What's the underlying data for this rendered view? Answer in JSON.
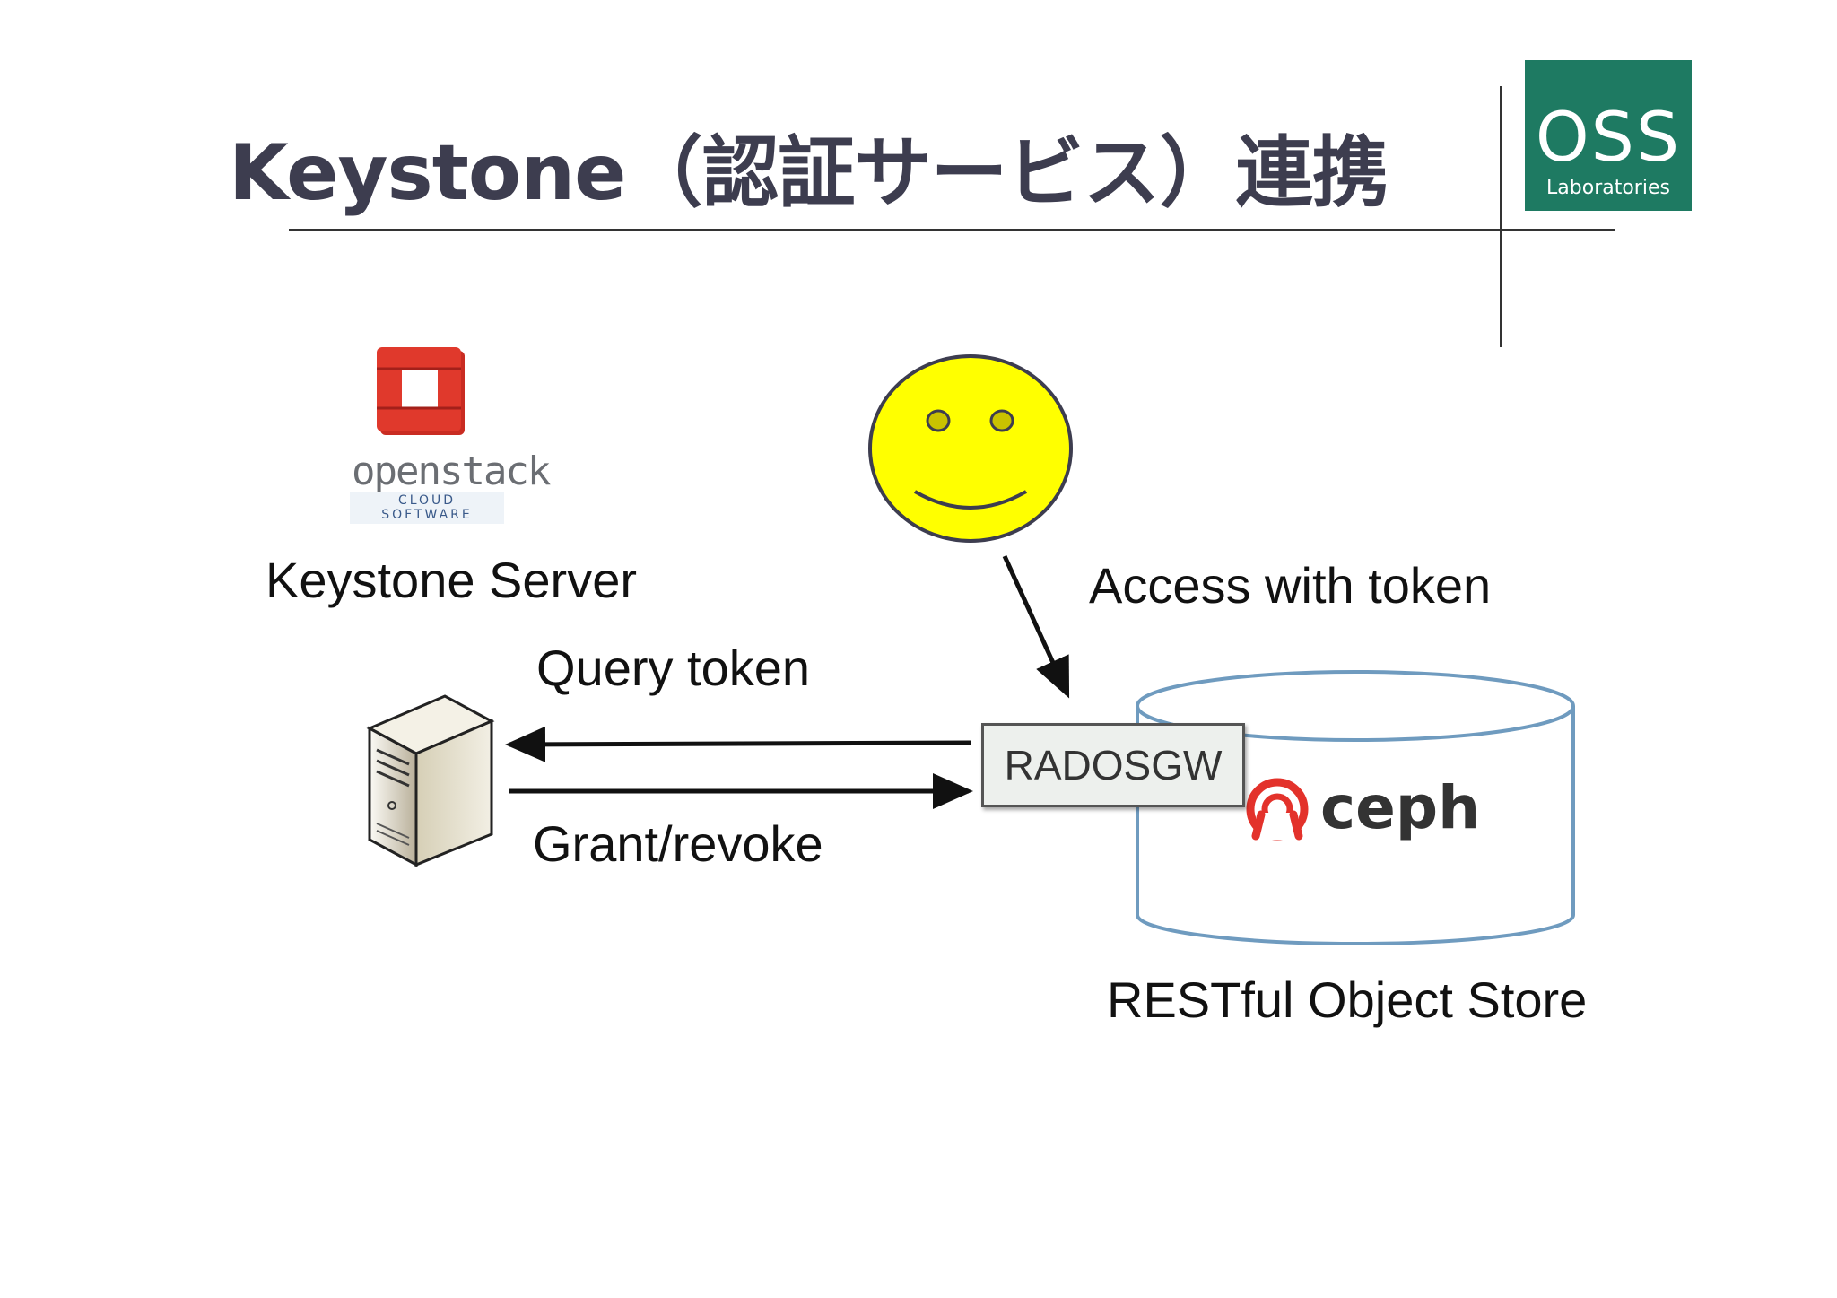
{
  "title": "Keystone（認証サービス）連携",
  "logo": {
    "main": "OSS",
    "sub": "Laboratories",
    "color": "#1e7a62"
  },
  "openstack_logo": {
    "word": "openstack",
    "sub": "CLOUD SOFTWARE",
    "cube_color": "#d9362a"
  },
  "nodes": {
    "keystone_server": "Keystone Server",
    "object_store": "RESTful Object Store",
    "radosgw": "RADOSGW",
    "ceph": "ceph"
  },
  "edges": {
    "access": "Access with token",
    "query": "Query token",
    "grant": "Grant/revoke"
  },
  "icons": [
    "openstack-logo",
    "smiley-user-icon",
    "server-icon",
    "ceph-logo-icon",
    "database-cylinder"
  ],
  "colors": {
    "smiley_fill": "#ffff00",
    "cylinder_stroke": "#6f9bbf",
    "ceph_red": "#e3322b"
  }
}
